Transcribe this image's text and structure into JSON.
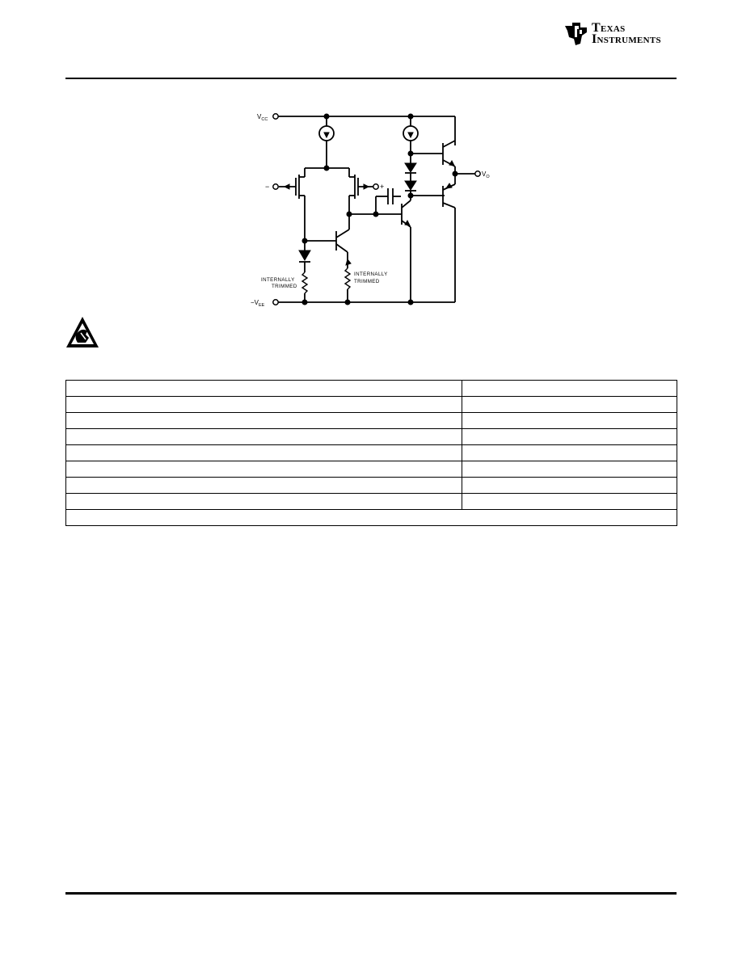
{
  "header": {
    "logo_line1": "Texas",
    "logo_line2": "Instruments"
  },
  "schematic": {
    "vcc_label": "V",
    "vcc_sub": "CC",
    "vee_label": "−V",
    "vee_sub": "EE",
    "vo_label": "V",
    "vo_sub": "O",
    "minus_label": "−",
    "plus_label": "+",
    "trim_left_1": "INTERNALLY",
    "trim_left_2": "TRIMMED",
    "trim_right_1": "INTERNALLY",
    "trim_right_2": "TRIMMED"
  },
  "esd": {
    "icon": "esd-warning-icon"
  },
  "table": {
    "rows": [
      [
        "",
        ""
      ],
      [
        "",
        ""
      ],
      [
        "",
        ""
      ],
      [
        "",
        ""
      ],
      [
        "",
        ""
      ],
      [
        "",
        ""
      ],
      [
        "",
        ""
      ],
      [
        "",
        ""
      ]
    ],
    "footer": ""
  }
}
